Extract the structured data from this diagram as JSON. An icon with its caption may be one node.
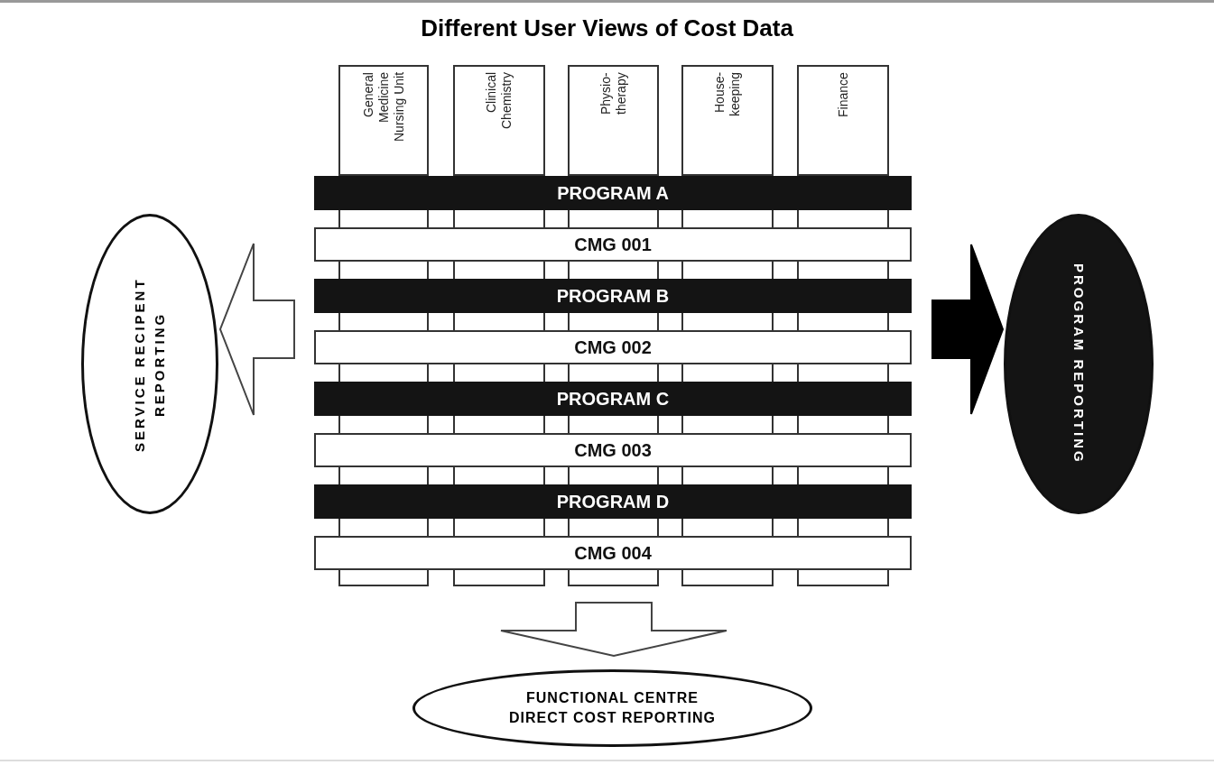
{
  "diagram": {
    "title": "Different User Views of Cost Data",
    "nodes": [
      {
        "text": [
          "General Medicine Nursing Unit"
        ]
      },
      {
        "text": [
          "Clinical Chemistry"
        ]
      },
      {
        "text": [
          "Physio-therapy"
        ]
      },
      {
        "text": [
          "House-keeping"
        ]
      },
      {
        "text": [
          "Finance"
        ]
      },
      {
        "text": [
          "PROGRAM A"
        ]
      },
      {
        "text": [
          "CMG 001"
        ]
      },
      {
        "text": [
          "PROGRAM B"
        ]
      },
      {
        "text": [
          "CMG 002"
        ]
      },
      {
        "text": [
          "PROGRAM C"
        ]
      },
      {
        "text": [
          "CMG 003"
        ]
      },
      {
        "text": [
          "PROGRAM D"
        ]
      },
      {
        "text": [
          "CMG 004"
        ]
      },
      {
        "text": [
          "SERVICE RECIPENT REPORTING"
        ]
      },
      {
        "text": [
          "PROGRAM REPORTING"
        ]
      },
      {
        "text": [
          "FUNCTIONAL CENTRE DIRECT COST REPORTING"
        ]
      }
    ],
    "edges": [
      {
        "from": null,
        "to": 13,
        "arrow": "to"
      },
      {
        "from": null,
        "to": 14,
        "arrow": "to",
        "color": "#000000"
      },
      {
        "from": null,
        "to": 15,
        "arrow": "to"
      }
    ]
  }
}
